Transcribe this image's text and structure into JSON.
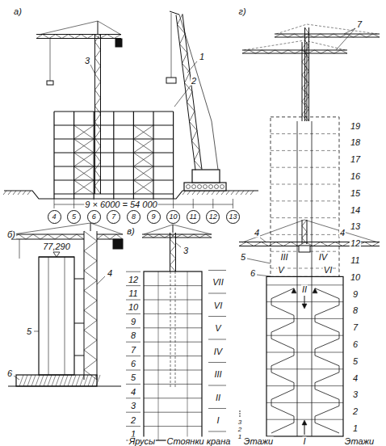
{
  "diagram": {
    "nodes": [
      {
        "text": [
          "4"
        ]
      },
      {
        "text": [
          "5"
        ]
      },
      {
        "text": [
          "6"
        ]
      },
      {
        "text": [
          "7"
        ]
      },
      {
        "text": [
          "8"
        ]
      },
      {
        "text": [
          "9"
        ]
      },
      {
        "text": [
          "10"
        ]
      },
      {
        "text": [
          "11"
        ]
      },
      {
        "text": [
          "12"
        ]
      },
      {
        "text": [
          "13"
        ]
      }
    ],
    "labels": [
      "а)",
      "3",
      "1",
      "2",
      "9 × 6000 = 54 000",
      "б)",
      "77,290",
      "4",
      "5",
      "6",
      "в)",
      "3",
      "1",
      "2",
      "3",
      "4",
      "5",
      "6",
      "7",
      "8",
      "9",
      "10",
      "11",
      "12",
      "I",
      "II",
      "III",
      "IV",
      "V",
      "VI",
      "VII",
      "Ярусы",
      "Стоянки крана",
      "г)",
      "7",
      "1",
      "2",
      "3",
      "4",
      "5",
      "6",
      "7",
      "8",
      "9",
      "10",
      "11",
      "12",
      "13",
      "14",
      "15",
      "16",
      "17",
      "18",
      "19",
      "1",
      "2",
      "3",
      "4",
      "4",
      "5",
      "6",
      "II",
      "III",
      "IV",
      "V",
      "VI",
      "I",
      "Этажи",
      "Этажи"
    ]
  }
}
